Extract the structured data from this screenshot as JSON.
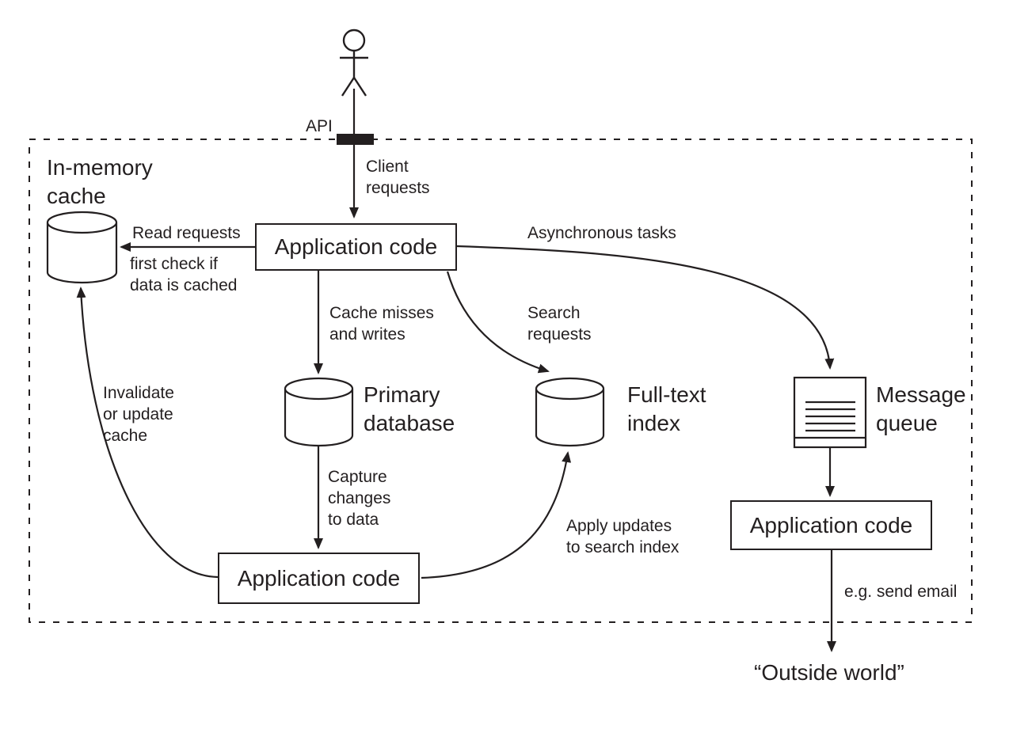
{
  "colors": {
    "ink": "#231f20",
    "paper": "#ffffff"
  },
  "nodes": {
    "cache": {
      "label": "In-memory\ncache"
    },
    "app_top": {
      "label": "Application code"
    },
    "primary_db": {
      "label": "Primary\ndatabase"
    },
    "full_text": {
      "label": "Full-text\nindex"
    },
    "queue": {
      "label": "Message\nqueue"
    },
    "app_bottom": {
      "label": "Application code"
    },
    "app_right": {
      "label": "Application code"
    },
    "outside": {
      "label": "“Outside world”"
    }
  },
  "edge_labels": {
    "api": "API",
    "client_requests": "Client\nrequests",
    "read_requests": "Read requests",
    "read_note": "first check if\ndata is cached",
    "async_tasks": "Asynchronous tasks",
    "cache_misses": "Cache misses\nand writes",
    "search_requests": "Search\nrequests",
    "capture_changes": "Capture\nchanges\nto data",
    "apply_updates": "Apply updates\nto search index",
    "invalidate_cache": "Invalidate\nor update\ncache",
    "send_email": "e.g. send email"
  }
}
